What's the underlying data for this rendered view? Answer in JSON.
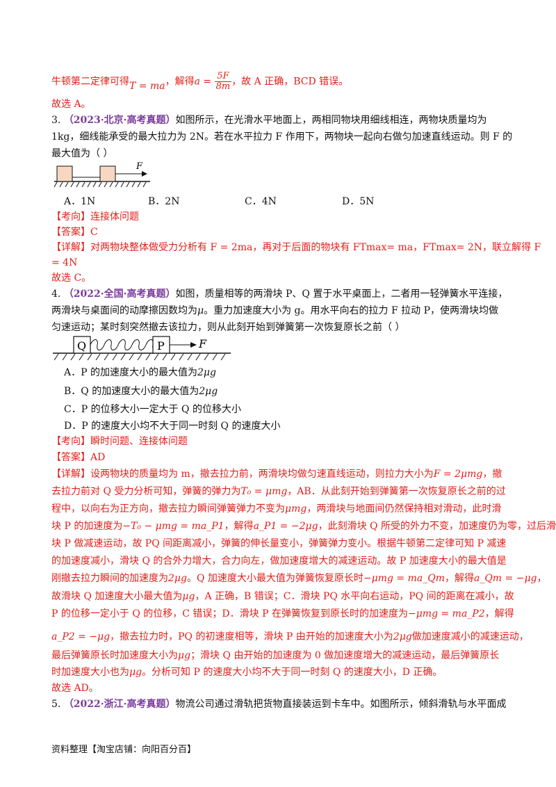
{
  "intro": {
    "l1_a": "牛顿第二定律可得",
    "l1_eq1": "T = ma",
    "l1_b": "，解得",
    "l1_eq2_lhs": "a =",
    "l1_eq2_num": "5F",
    "l1_eq2_den": "8m",
    "l1_c": "，故 A 正确，BCD 错误。",
    "l2": "故选 A。"
  },
  "q3": {
    "number": "3.",
    "tag": "（2023·北京·高考真题）",
    "stem_1": "如图所示，在光滑水平地面上，两相同物块用细线相连，两物块质量均为",
    "stem_2": "1kg，细线能承受的最大拉力为 2N。若在水平拉力 F 作用下，两物块一起向右做匀加速直线运动。则 F 的",
    "stem_3": "最大值为（    ）",
    "figure_force_label": "F",
    "options": [
      "A．1N",
      "B．2N",
      "C．4N",
      "D．5N"
    ],
    "kaoxiang_label": "【考向】",
    "kaoxiang": "连接体问题",
    "answer_label": "【答案】",
    "answer": "C",
    "detail_label": "【详解】",
    "detail_1": "对两物块整体做受力分析有 F = 2ma，再对于后面的物块有 FTmax= ma，FTmax= 2N，联立解得 F",
    "detail_2": "= 4N",
    "detail_3": "故选 C。"
  },
  "q4": {
    "number": "4.",
    "tag": "（2022·全国·高考真题）",
    "stem_1": "如图，质量相等的两滑块 P、Q 置于水平桌面上，二者用一轻弹簧水平连接，",
    "stem_2a": "两滑块与桌面间的动摩擦因数均为",
    "stem_2mu": "μ",
    "stem_2b": "。重力加速度大小为 g。用水平向右的拉力 F 拉动 P，使两滑块均做",
    "stem_3": "匀速运动；某时刻突然撤去该拉力，则从此刻开始到弹簧第一次恢复原长之前（        ）",
    "figure_q": "Q",
    "figure_p": "P",
    "figure_force_label": "F",
    "option_a_text": "A．P 的加速度大小的最大值为",
    "option_a_math": "2μg",
    "option_b_text": "B．Q 的加速度大小的最大值为",
    "option_b_math": "2μg",
    "option_c": "C．P 的位移大小一定大于 Q 的位移大小",
    "option_d": "D．P 的速度大小均不大于同一时刻 Q 的速度大小",
    "kaoxiang_label": "【考向】",
    "kaoxiang": "瞬时问题、连接体问题",
    "answer_label": "【答案】",
    "answer": "AD",
    "detail_label": "【详解】",
    "d1a": "设两物块的质量均为 m，撤去拉力前，两滑块均做匀速直线运动，则拉力大小为",
    "d1m": "F = 2μmg",
    "d1b": "，撤",
    "d2a": "去拉力前对 Q 受力分析可知，弹簧的弹力为",
    "d2m": "T₀ = μmg",
    "d2b": "，AB．从此刻开始到弹簧第一次恢复原长之前的过",
    "d3a": "程中，以向右为正方向，撤去拉力瞬间弹簧弹力不变为",
    "d3m": "μmg",
    "d3b": "，两滑块与地面间仍然保持相对滑动，此时滑",
    "d4a": "块 P 的加速度为",
    "d4m1": "−T₀ − μmg = ma_P1",
    "d4b": "，解得",
    "d4m2": "a_P1 = −2μg",
    "d4c": "，此刻滑块 Q 所受的外力不变，加速度仍为零，过后滑",
    "d5": "块 P 做减速运动，故 PQ 间距离减小，弹簧的伸长量变小，弹簧弹力变小。根据牛顿第二定律可知 P 减速",
    "d6": "的加速度减小，滑块 Q 的合外力增大，合力向左，做加速度增大的减速运动。故 P 加速度大小的最大值是",
    "d7a": "刚撤去拉力瞬间的加速度为",
    "d7m1": "2μg",
    "d7b": "。Q 加速度大小最大值为弹簧恢复原长时",
    "d7m2": "−μmg = ma_Qm",
    "d7c": "，解得",
    "d7m3": "a_Qm = −μg",
    "d7d": "，",
    "d8a": "故滑块 Q 加速度大小最大值为",
    "d8m": "μg",
    "d8b": "，A 正确，B 错误；C．滑块 PQ 水平向右运动，PQ 间的距离在减小，故",
    "d9": "P 的位移一定小于 Q 的位移，C 错误；D．滑块 P 在弹簧恢复到原长时的加速度为",
    "d9m": "−μmg = ma_P2",
    "d9b": "，解得",
    "d10m": "a_P2 = −μg",
    "d10a": "，撤去拉力时，PQ 的初速度相等，滑块 P 由开始的加速度大小为",
    "d10m2": "2μg",
    "d10b": "做加速度减小的减速运动，",
    "d11a": "最后弹簧原长时加速度大小为",
    "d11m": "μg",
    "d11b": "；滑块 Q 由开始的加速度为 0 做加速度增大的减速运动，最后弹簧原长",
    "d12a": "时加速度大小也为",
    "d12m": "μg",
    "d12b": "。分析可知 P 的速度大小均不大于同一时刻 Q 的速度大小，D 正确。",
    "d13": "故选 AD。"
  },
  "q5": {
    "number": "5.",
    "tag": "（2022·浙江·高考真题）",
    "stem_1": "物流公司通过滑轨把货物直接装运到卡车中。如图所示，倾斜滑轨与水平面成"
  },
  "footer": "资料整理【淘宝店铺：向阳百分百】",
  "colors": {
    "answer_red": "#e0201a",
    "tag_purple": "#7a3b9b",
    "block_fill": "#f7d7c2"
  }
}
